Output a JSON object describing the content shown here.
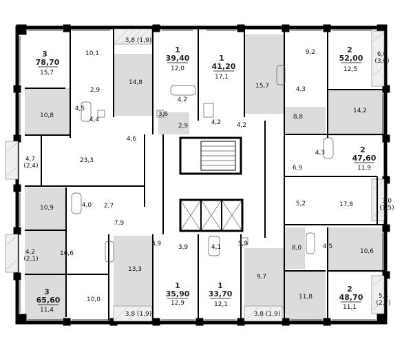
{
  "apartments": [
    {
      "id": "apt-78-70",
      "rooms": "3",
      "area": "78,70"
    },
    {
      "id": "apt-39-40",
      "rooms": "1",
      "area": "39,40"
    },
    {
      "id": "apt-41-20",
      "rooms": "1",
      "area": "41,20"
    },
    {
      "id": "apt-52-00",
      "rooms": "2",
      "area": "52,00"
    },
    {
      "id": "apt-47-60",
      "rooms": "2",
      "area": "47,60"
    },
    {
      "id": "apt-65-60",
      "rooms": "3",
      "area": "65,60"
    },
    {
      "id": "apt-35-90",
      "rooms": "1",
      "area": "35,90"
    },
    {
      "id": "apt-33-70",
      "rooms": "1",
      "area": "33,70"
    },
    {
      "id": "apt-48-70",
      "rooms": "2",
      "area": "48,70"
    }
  ],
  "room_areas": [
    "15,7",
    "10,1",
    "10,8",
    "4,5",
    "2,9",
    "4,4",
    "14,8",
    "3,6",
    "3,8 (1,9)",
    "12,0",
    "4,2",
    "2,9",
    "17,1",
    "4,2",
    "4,2",
    "15,7",
    "9,2",
    "4,3",
    "8,8",
    "6,0",
    "(3,0)",
    "12,5",
    "14,2",
    "4,6",
    "23,3",
    "4,7",
    "(2,4)",
    "6,9",
    "4,3",
    "11,9",
    "5,2",
    "17,8",
    "3,0",
    "(1,5)",
    "10,9",
    "4,0",
    "2,7",
    "7,9",
    "4,2",
    "(2,1)",
    "16,6",
    "3,9",
    "3,9",
    "4,1",
    "5,9",
    "8,0",
    "4,5",
    "10,6",
    "13,3",
    "9,7",
    "11,4",
    "10,0",
    "12,9",
    "12,1",
    "11,8",
    "11,1",
    "5,4",
    "(2,7)",
    "3,8 (1,9)",
    "3,8 (1,9)"
  ]
}
